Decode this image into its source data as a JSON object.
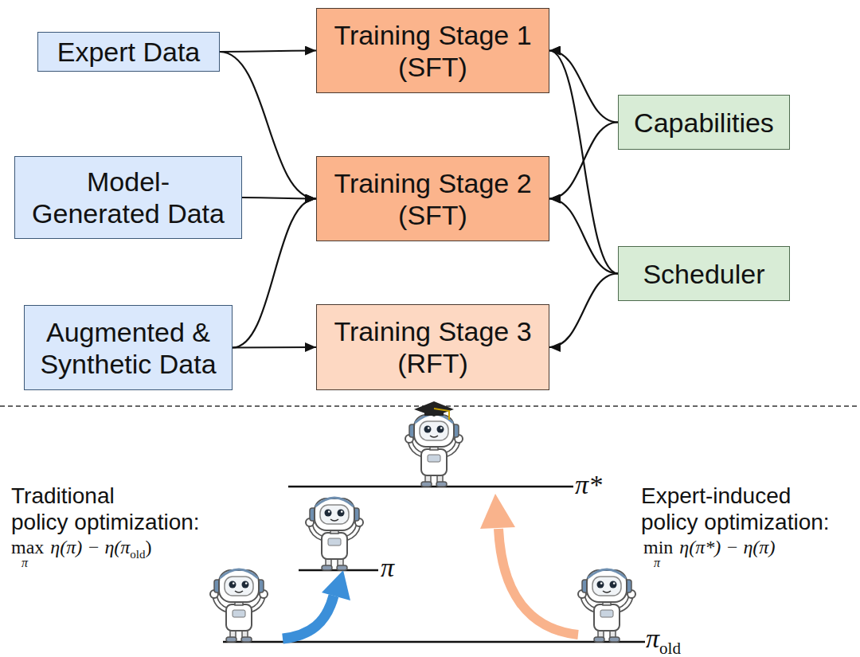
{
  "diagram": {
    "nodes": [
      {
        "text": [
          "Expert Data"
        ]
      },
      {
        "text": [
          "Training Stage 1 (SFT)"
        ]
      },
      {
        "text": [
          "Capabilities"
        ]
      },
      {
        "text": [
          "Model- Generated Data"
        ]
      },
      {
        "text": [
          "Training Stage 2 (SFT)"
        ]
      },
      {
        "text": [
          "Scheduler"
        ]
      },
      {
        "text": [
          "Augmented & Synthetic Data"
        ]
      },
      {
        "text": [
          "Training Stage 3 (RFT)"
        ]
      }
    ],
    "edges": [
      {
        "from": 0,
        "to": 1,
        "arrow": "to"
      },
      {
        "from": 0,
        "to": 4,
        "arrow": "to"
      },
      {
        "from": 3,
        "to": 4,
        "arrow": "to"
      },
      {
        "from": 6,
        "to": 4,
        "arrow": "to"
      },
      {
        "from": 6,
        "to": 7,
        "arrow": "to"
      },
      {
        "from": 2,
        "to": 1,
        "arrow": "to"
      },
      {
        "from": 2,
        "to": 4,
        "arrow": "to"
      },
      {
        "from": 5,
        "to": 1,
        "arrow": "to"
      },
      {
        "from": 5,
        "to": 4,
        "arrow": "to"
      },
      {
        "from": 5,
        "to": 7,
        "arrow": "to"
      }
    ],
    "labels": [
      "Traditional policy optimization:",
      "max",
      "π",
      "η(π) − η(π",
      "old",
      ")",
      "π*",
      "π",
      "Expert-induced policy optimization:",
      "min",
      "π",
      "η(π*) − η(π)",
      "π",
      "old"
    ]
  }
}
